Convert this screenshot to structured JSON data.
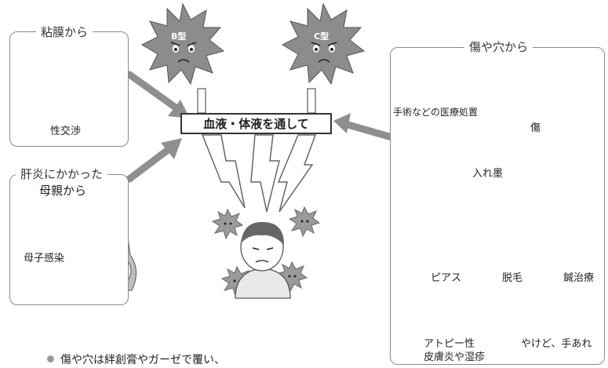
{
  "left_top_box": {
    "title": "粘膜から",
    "item_label": "性交渉"
  },
  "left_bottom_box": {
    "title_line1": "肝炎にかかった",
    "title_line2": "母親から",
    "item_label": "母子感染"
  },
  "viruses": {
    "hep_b": "B型",
    "hep_c": "C型"
  },
  "center": {
    "label": "血液・体液を通して"
  },
  "right_box": {
    "title": "傷や穴から",
    "items": {
      "medical": "手術などの医療処置",
      "wound": "傷",
      "tattoo": "入れ墨",
      "piercing": "ピアス",
      "hair_removal": "脱毛",
      "acupuncture": "鍼治療",
      "atopy_line1": "アトピー性",
      "atopy_line2": "皮膚炎や湿疹",
      "burns": "やけど、手あれ"
    }
  },
  "bullet": {
    "text": "傷や穴は絆創膏やガーゼで覆い、"
  },
  "colors": {
    "arrow": "#8f8f8f",
    "virus": "#8c8c8c",
    "border": "#8a8a8a",
    "heart": "#c47a8a"
  }
}
